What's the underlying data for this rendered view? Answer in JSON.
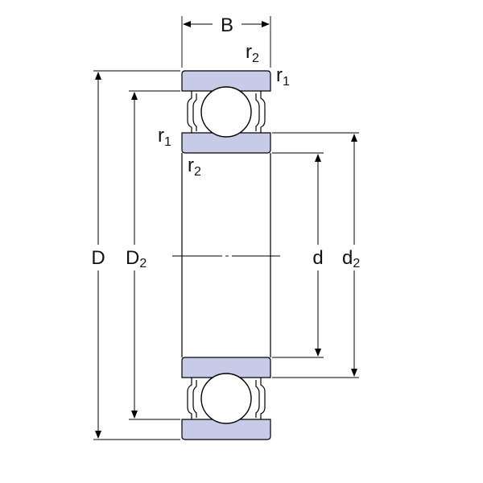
{
  "colors": {
    "ring_fill": "#c8cbe8",
    "line": "#000000",
    "ball_fill": "#ffffff"
  },
  "labels": {
    "width": "B",
    "outer_diameter": "D",
    "shoulder_outer": {
      "main": "D",
      "sub": "2"
    },
    "bore": "d",
    "shoulder_inner": {
      "main": "d",
      "sub": "2"
    },
    "chamfer_top_outer": {
      "main": "r",
      "sub": "2"
    },
    "chamfer_top_right": {
      "main": "r",
      "sub": "1"
    },
    "chamfer_left": {
      "main": "r",
      "sub": "1"
    },
    "chamfer_lower": {
      "main": "r",
      "sub": "2"
    }
  }
}
